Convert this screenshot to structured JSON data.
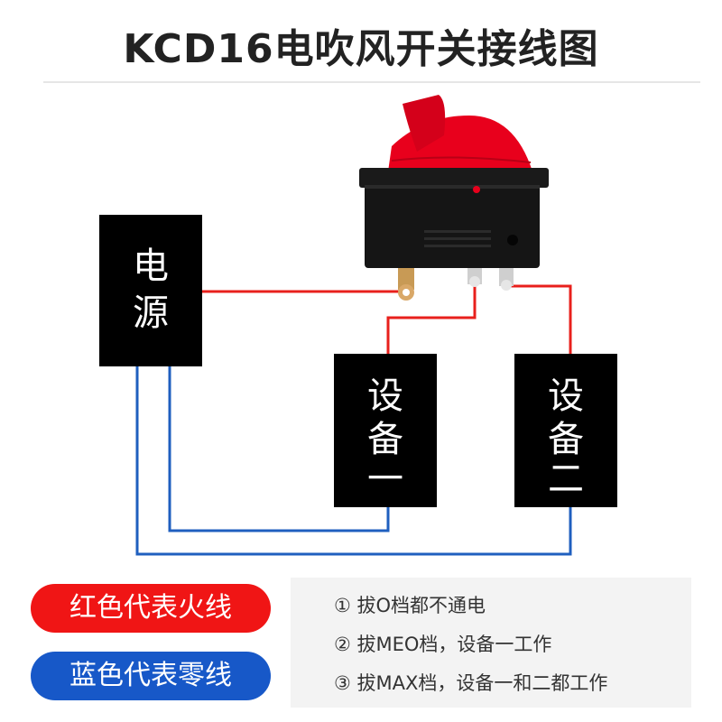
{
  "title": "KCD16电吹风开关接线图",
  "colors": {
    "live_wire": "#e8201c",
    "neutral_wire": "#1f5fbf",
    "box": "#000000",
    "switch_rocker": "#e8001c",
    "pill_red": "#f01515",
    "pill_blue": "#1758c8",
    "notes_bg": "#f3f3f3"
  },
  "power_box": {
    "lines": [
      "电",
      "源"
    ]
  },
  "device_one": {
    "lines": [
      "设",
      "备",
      "一"
    ]
  },
  "device_two": {
    "lines": [
      "设",
      "备",
      "二"
    ]
  },
  "legend": {
    "red": "红色代表火线",
    "blue": "蓝色代表零线"
  },
  "notes": [
    "① 拔O档都不通电",
    "② 拔MEO档，设备一工作",
    "③ 拔MAX档，设备一和二都工作"
  ]
}
